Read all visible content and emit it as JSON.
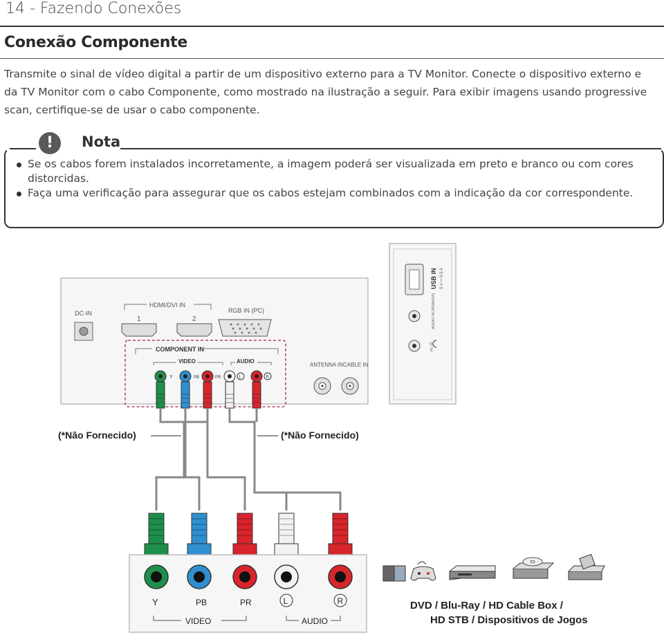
{
  "header": {
    "page_title": "14 - Fazendo Conexões"
  },
  "section": {
    "title": "Conexão Componente"
  },
  "intro": {
    "text": "Transmite o sinal de vídeo digital a partir de um dispositivo externo para a TV Monitor. Conecte o dispositivo externo e da TV Monitor com o cabo Componente, como mostrado na ilustração a seguir. Para exibir imagens usando progressive scan, certifique-se de usar o cabo componente."
  },
  "note": {
    "badge": "!",
    "title": "Nota",
    "items": [
      "Se os cabos forem instalados incorretamente, a imagem poderá ser visualizada em preto e branco ou com cores distorcidas.",
      "Faça uma verificação para assegurar que os cabos estejam combinados com a indicação da cor correspondente."
    ]
  },
  "tv_panel": {
    "dc_in": "DC-IN",
    "hdmi_label": "HDMI/DVI IN",
    "hdmi_1": "1",
    "hdmi_2": "2",
    "rgb_label": "RGB IN (PC)",
    "component_label": "COMPONENT IN",
    "video_label": "VIDEO",
    "audio_label": "AUDIO",
    "y": "Y",
    "pb": "PB",
    "pr": "PR",
    "l": "L",
    "r": "R",
    "antenna_in": "ANTENNA IN",
    "cable_in": "CABLE IN",
    "usb_in": "USB IN",
    "usb_spec": "5 V ⎓ 0.5 A",
    "audio_in_rgb": "AUDIO IN (RGB/DVI)",
    "hp": "H / P"
  },
  "cables": {
    "left_label": "(*Não Fornecido)",
    "right_label": "(*Não Fornecido)"
  },
  "device_panel": {
    "y": "Y",
    "pb": "PB",
    "pr": "PR",
    "l": "L",
    "r": "R",
    "video": "VIDEO",
    "audio": "AUDIO"
  },
  "devices": {
    "caption_line1": "DVD / Blu-Ray / HD Cable Box /",
    "caption_line2": "HD STB / Dispositivos de Jogos"
  },
  "colors": {
    "green": "#1e8f4a",
    "blue": "#2f8fd0",
    "red": "#d8242c",
    "white": "#f2f2f2",
    "outline": "#333333"
  }
}
